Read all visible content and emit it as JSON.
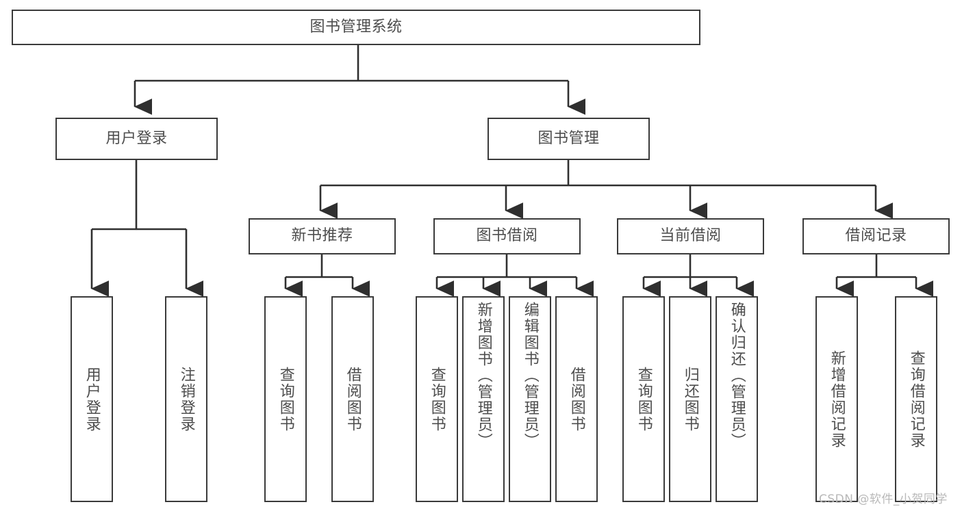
{
  "diagram": {
    "title": "图书管理系统",
    "watermark": "CSDN @软件_小贺同学",
    "colors": {
      "box_border": "#3a3a3a",
      "box_fill": "#ffffff",
      "text": "#4d4d4d",
      "edge": "#2f2f2f",
      "watermark": "#b9b9b9",
      "background": "#ffffff"
    },
    "root": {
      "label": "图书管理系统"
    },
    "level2": [
      {
        "label": "用户登录"
      },
      {
        "label": "图书管理"
      }
    ],
    "level3": [
      {
        "label": "新书推荐"
      },
      {
        "label": "图书借阅"
      },
      {
        "label": "当前借阅"
      },
      {
        "label": "借阅记录"
      }
    ],
    "leaves": {
      "user_login": [
        {
          "label": "用户登录"
        },
        {
          "label": "注销登录"
        }
      ],
      "new_book": [
        {
          "label": "查询图书"
        },
        {
          "label": "借阅图书"
        }
      ],
      "borrow_book": [
        {
          "label": "查询图书"
        },
        {
          "label": "新增图书（管理员）"
        },
        {
          "label": "编辑图书（管理员）"
        },
        {
          "label": "借阅图书"
        }
      ],
      "current_borrow": [
        {
          "label": "查询图书"
        },
        {
          "label": "归还图书"
        },
        {
          "label": "确认归还（管理员）"
        }
      ],
      "borrow_record": [
        {
          "label": "新增借阅记录"
        },
        {
          "label": "查询借阅记录"
        }
      ]
    }
  }
}
